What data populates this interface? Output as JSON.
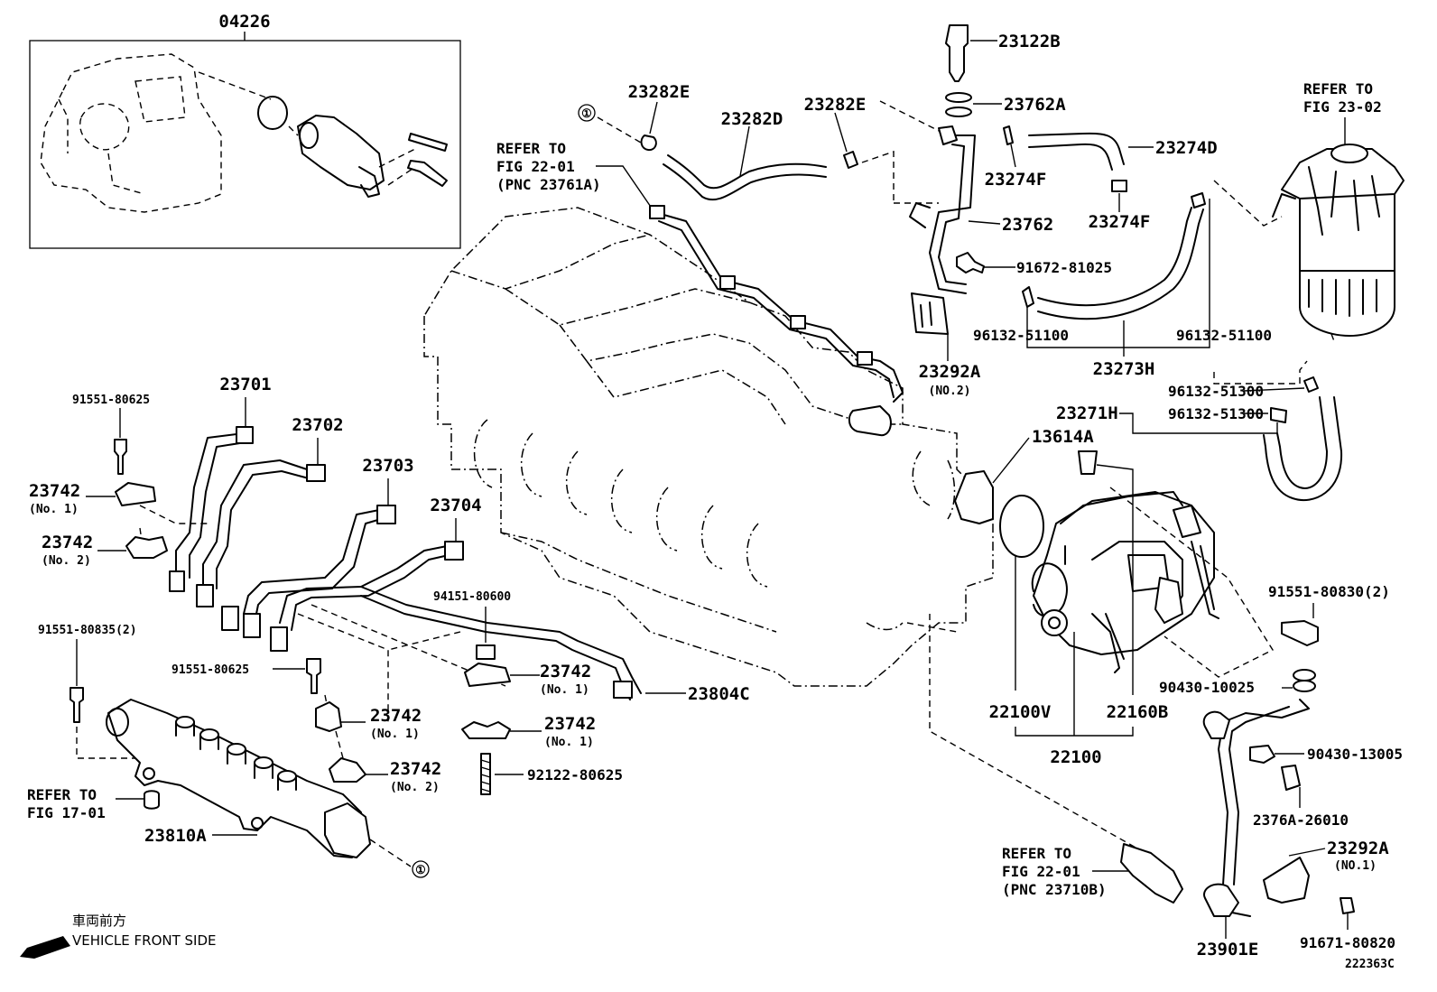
{
  "labels": {
    "p04226": "04226",
    "p23122B": "23122B",
    "p23282E_a": "23282E",
    "p23282E_b": "23282E",
    "p23282D": "23282D",
    "p23762A": "23762A",
    "p23274D": "23274D",
    "p23274F_a": "23274F",
    "p23274F_b": "23274F",
    "p23762": "23762",
    "p91672": "91672-81025",
    "p96132_a": "96132-51100",
    "p96132_b": "96132-51100",
    "p23273H": "23273H",
    "p23292A_2": "23292A",
    "p23292A_2n": "(NO.2)",
    "p96132_c": "96132-51300",
    "p23271H": "23271H",
    "p96132_d": "96132-51300",
    "p13614A": "13614A",
    "p91551_80625_a": "91551-80625",
    "p23701": "23701",
    "p23702": "23702",
    "p23703": "23703",
    "p23704": "23704",
    "p23742_a": "23742",
    "p23742_an": "(No. 1)",
    "p23742_b": "23742",
    "p23742_bn": "(No. 2)",
    "p94151": "94151-80600",
    "p91551_80835": "91551-80835(2)",
    "p91551_80625_b": "91551-80625",
    "p23742_c": "23742",
    "p23742_cn": "(No. 1)",
    "p23742_d": "23742",
    "p23742_dn": "(No. 1)",
    "p23742_e": "23742",
    "p23742_en": "(No. 1)",
    "p23742_f": "23742",
    "p23742_fn": "(No. 2)",
    "p23804C": "23804C",
    "p92122": "92122-80625",
    "p23810A": "23810A",
    "p91551_80830": "91551-80830(2)",
    "p90430_10025": "90430-10025",
    "p22100V": "22100V",
    "p22160B": "22160B",
    "p22100": "22100",
    "p90430_13005": "90430-13005",
    "p2376A": "2376A-26010",
    "p23292A_1": "23292A",
    "p23292A_1n": "(NO.1)",
    "p91671": "91671-80820",
    "p23901E": "23901E",
    "circle1_a": "①",
    "circle1_b": "①"
  },
  "refs": {
    "ref_22_01a": [
      "REFER TO",
      "FIG 22-01",
      "(PNC 23761A)"
    ],
    "ref_23_02": [
      "REFER TO",
      "FIG 23-02"
    ],
    "ref_17_01": [
      "REFER TO",
      "FIG 17-01"
    ],
    "ref_22_01b": [
      "REFER TO",
      "FIG 22-01",
      "(PNC 23710B)"
    ]
  },
  "footer": {
    "jp_direction": "車両前方",
    "en_direction": "VEHICLE FRONT SIDE",
    "figure_id": "222363C"
  }
}
